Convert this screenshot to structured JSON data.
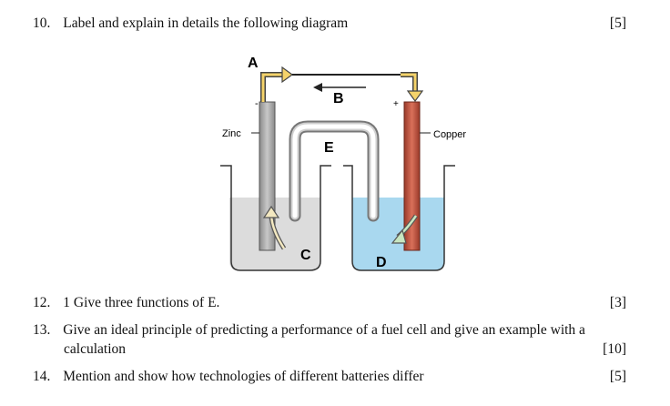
{
  "questions": [
    {
      "number": "10.",
      "text": "Label and explain in details the following diagram",
      "marks": "[5]"
    },
    {
      "number": "12.",
      "text": "1 Give three functions of E.",
      "marks": "[3]"
    },
    {
      "number": "13.",
      "text": "Give an ideal principle of predicting a performance of a fuel cell and give an example with a",
      "text2": "calculation",
      "marks": "[10]"
    },
    {
      "number": "14.",
      "text": "Mention and show how technologies of different batteries differ",
      "marks": "[5]"
    }
  ],
  "diagram": {
    "labels": {
      "A": "A",
      "B": "B",
      "C": "C",
      "D": "D",
      "E": "E"
    },
    "zinc": "Zinc",
    "copper": "Copper",
    "minus": "-",
    "plus": "+"
  }
}
